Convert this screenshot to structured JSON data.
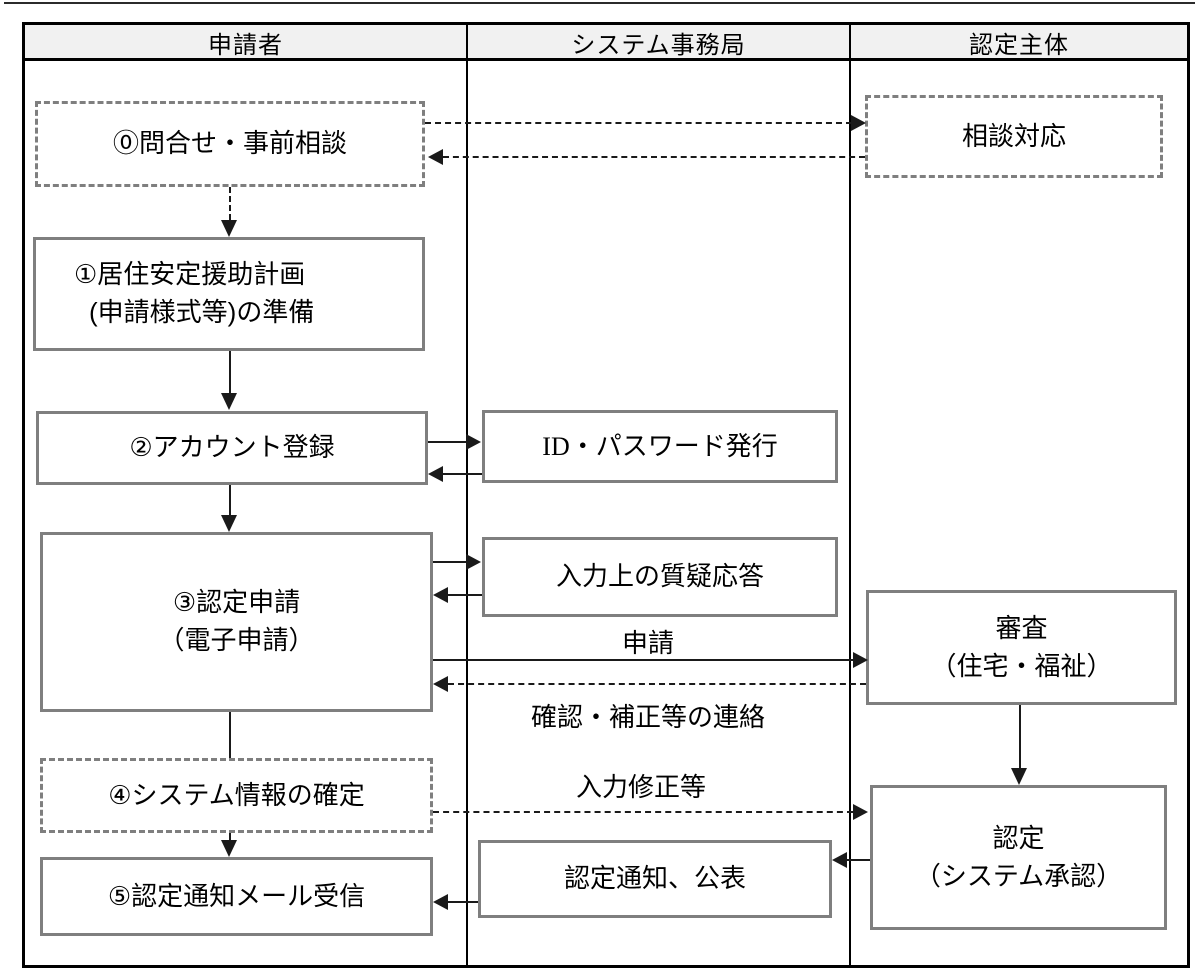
{
  "header": {
    "lanes": [
      {
        "label": "申請者"
      },
      {
        "label": "システム事務局"
      },
      {
        "label": "認定主体"
      }
    ]
  },
  "applicant": {
    "step0": "⓪問合せ・事前相談",
    "step1_line1": "①居住安定援助計画",
    "step1_line2": "(申請様式等)の準備",
    "step2": "②アカウント登録",
    "step3_line1": "③認定申請",
    "step3_line2": "（電子申請）",
    "step4": "④システム情報の確定",
    "step5": "⑤認定通知メール受信"
  },
  "office": {
    "id_issue": "ID・パスワード発行",
    "qa": "入力上の質疑応答",
    "notify": "認定通知、公表"
  },
  "authority": {
    "consult": "相談対応",
    "review_line1": "審査",
    "review_line2": "（住宅・福祉）",
    "approve_line1": "認定",
    "approve_line2": "（システム承認）"
  },
  "arrow_labels": {
    "apply": "申請",
    "confirm": "確認・補正等の連絡",
    "fix": "入力修正等"
  },
  "colors": {
    "box_border": "#7f7f7f",
    "line": "#1a1a1a",
    "header_bg": "#f1f1f1",
    "frame_border": "#000000"
  }
}
